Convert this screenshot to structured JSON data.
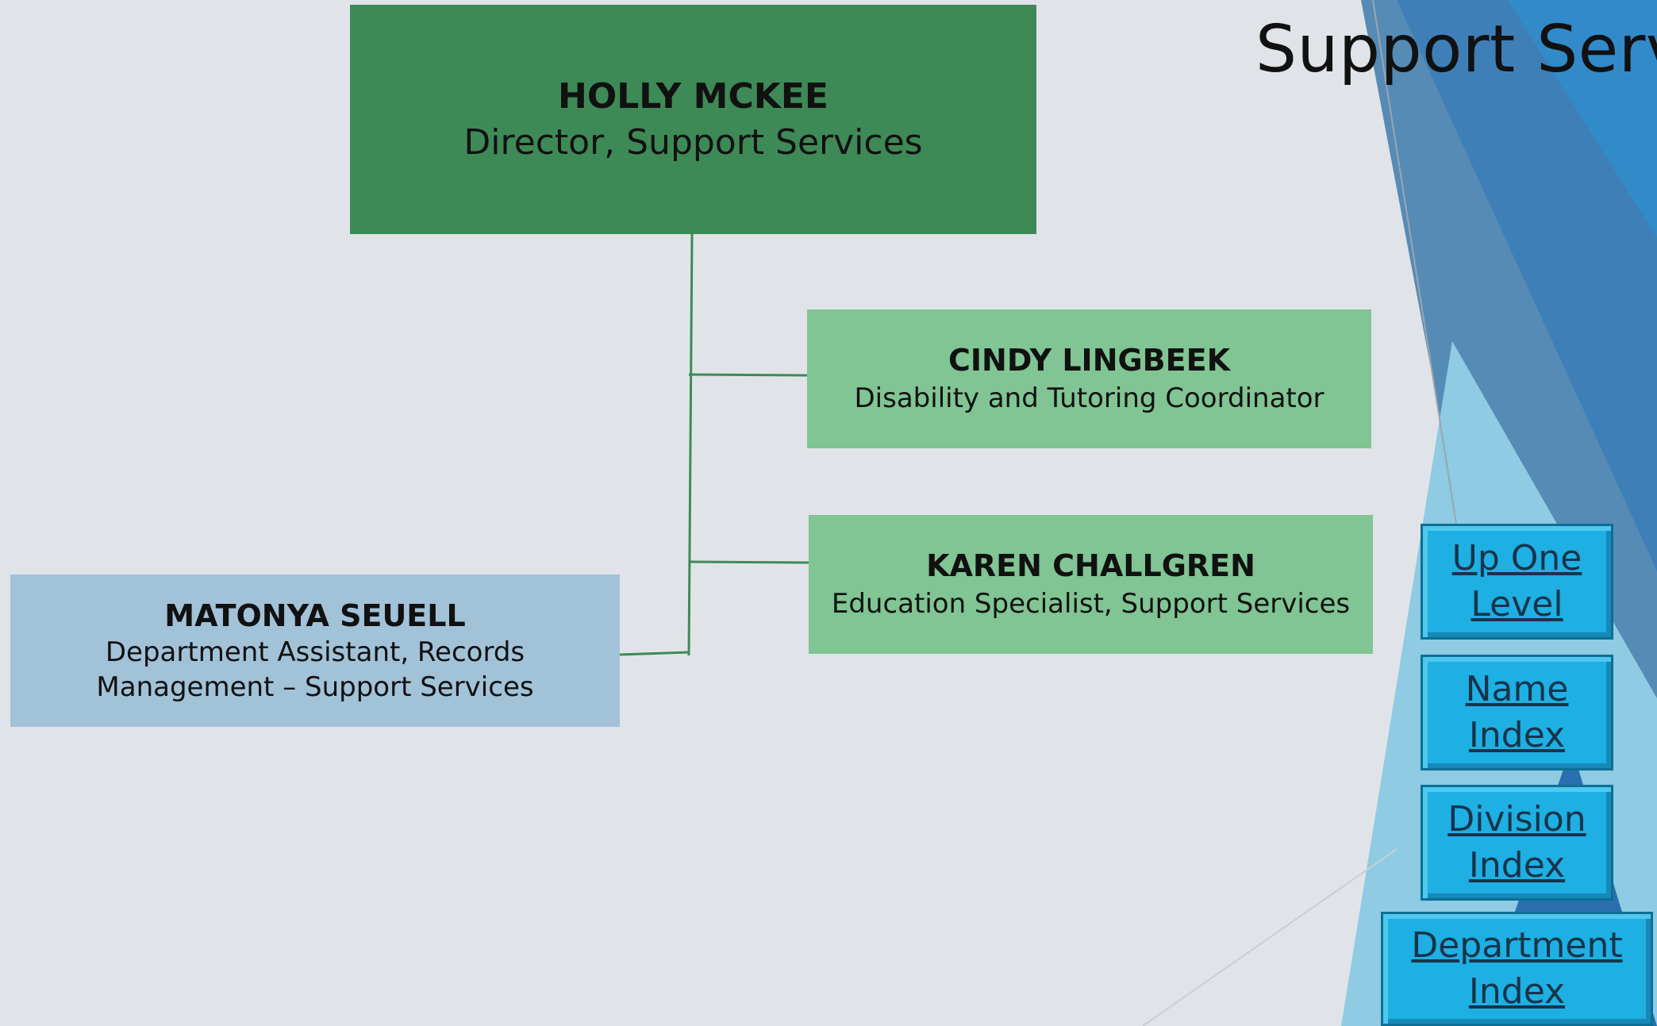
{
  "page": {
    "title": "Support Servi"
  },
  "director": {
    "name": "HOLLY MCKEE",
    "role": "Director, Support Services"
  },
  "reports": [
    {
      "name": "CINDY LINGBEEK",
      "role": "Disability and Tutoring Coordinator"
    },
    {
      "name": "KAREN CHALLGREN",
      "role": "Education Specialist, Support Services"
    }
  ],
  "assistant": {
    "name": "MATONYA SEUELL",
    "role": "Department Assistant, Records Management – Support Services"
  },
  "nav": {
    "up_one_level": "Up One Level",
    "name_index": "Name Index",
    "division_index": "Division Index",
    "department_index": "Department Index"
  },
  "colors": {
    "background": "#e0e4e8",
    "director_box": "#3e8a57",
    "staff_box": "#80c593",
    "assistant_box": "#a2c2d8",
    "connector": "#3e8a57",
    "nav_button": "#1eafe3"
  }
}
